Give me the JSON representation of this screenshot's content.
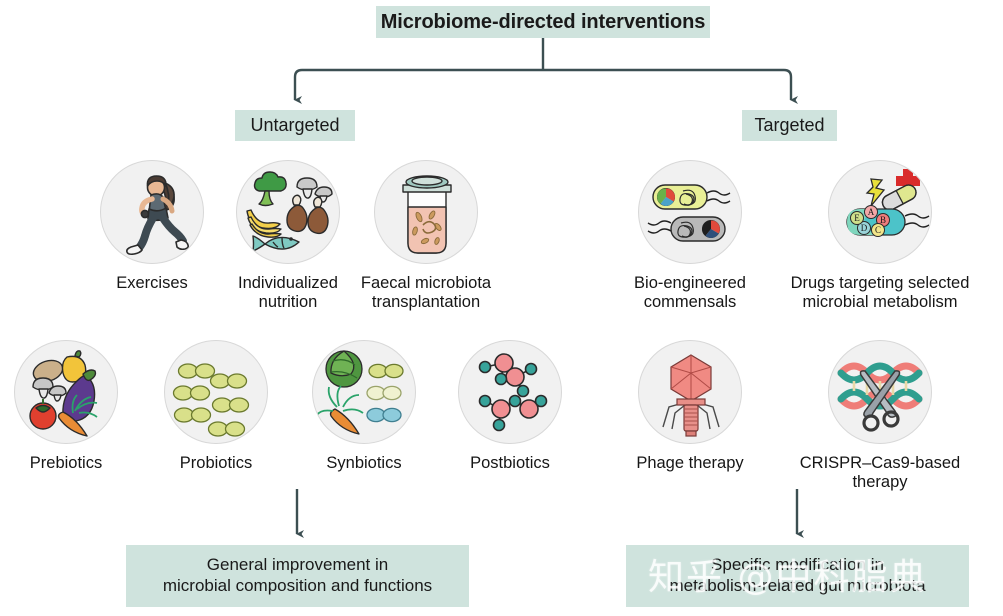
{
  "diagram": {
    "title": "Microbiome-directed interventions",
    "branches": {
      "left_label": "Untargeted",
      "right_label": "Targeted"
    },
    "outcomes": {
      "left_line1": "General improvement in",
      "left_line2": "microbial composition and functions",
      "right_line1": "Specific modification in",
      "right_line2": "metabolism-related gut microbiota"
    },
    "watermark": "知乎 @中科脂典",
    "colors": {
      "box_fill": "#cfe3dd",
      "connector": "#3c4f52",
      "circle_fill": "#f1f1f1",
      "circle_border": "#d8d8d8",
      "text": "#161616"
    }
  },
  "untargeted_items": [
    {
      "id": "exercises",
      "icon": "running-person-icon",
      "line1": "Exercises",
      "line2": ""
    },
    {
      "id": "nutrition",
      "icon": "mixed-foods-icon",
      "line1": "Individualized",
      "line2": "nutrition"
    },
    {
      "id": "fmt",
      "icon": "stool-sample-jar-icon",
      "line1": "Faecal microbiota",
      "line2": "transplantation"
    },
    {
      "id": "prebiotics",
      "icon": "vegetables-icon",
      "line1": "Prebiotics",
      "line2": ""
    },
    {
      "id": "probiotics",
      "icon": "bacteria-chains-icon",
      "line1": "Probiotics",
      "line2": ""
    },
    {
      "id": "synbiotics",
      "icon": "veg-and-bacteria-icon",
      "line1": "Synbiotics",
      "line2": ""
    },
    {
      "id": "postbiotics",
      "icon": "molecule-icon",
      "line1": "Postbiotics",
      "line2": ""
    }
  ],
  "targeted_items": [
    {
      "id": "bioengineered",
      "icon": "engineered-bacteria-icon",
      "line1": "Bio-engineered",
      "line2": "commensals"
    },
    {
      "id": "drugs",
      "icon": "drug-targeting-icon",
      "line1": "Drugs targeting selected",
      "line2": "microbial metabolism"
    },
    {
      "id": "phage",
      "icon": "bacteriophage-icon",
      "line1": "Phage therapy",
      "line2": ""
    },
    {
      "id": "crispr",
      "icon": "dna-scissors-icon",
      "line1": "CRISPR–Cas9-based",
      "line2": "therapy"
    }
  ]
}
